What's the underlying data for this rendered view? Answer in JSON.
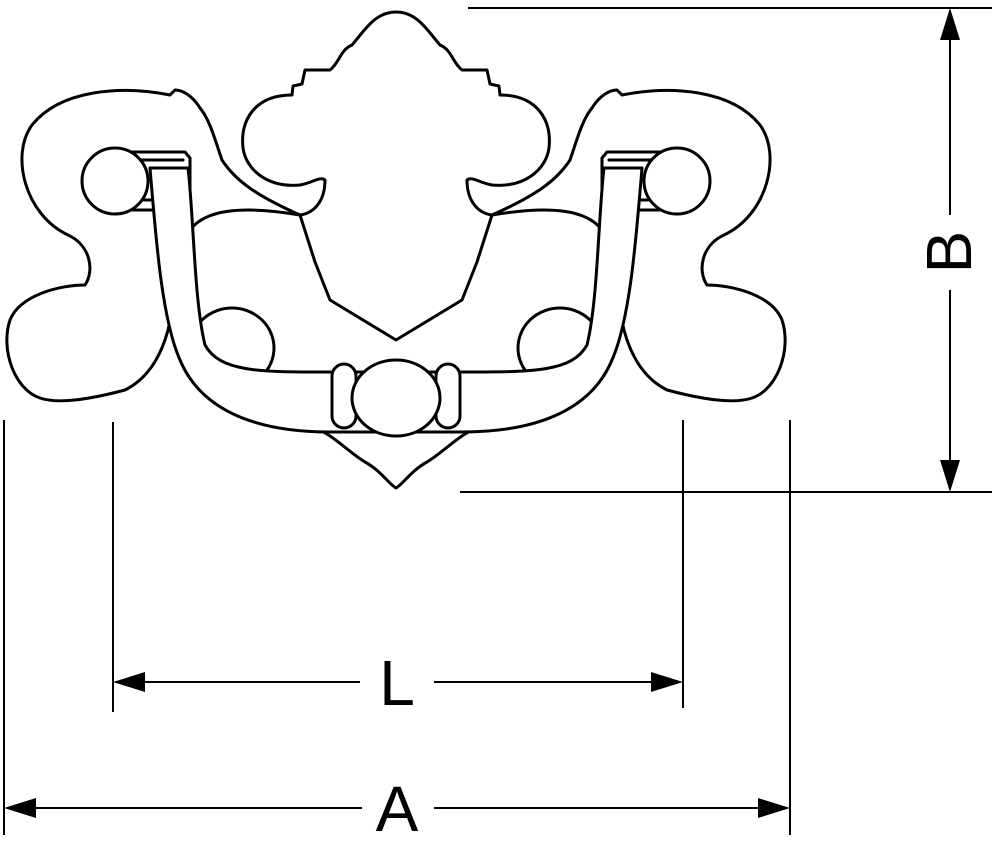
{
  "diagram": {
    "colors": {
      "ink": "#000000",
      "background": "#ffffff"
    },
    "dimensions": {
      "length_label": "L",
      "overall_width_label": "A",
      "height_label": "B"
    }
  }
}
